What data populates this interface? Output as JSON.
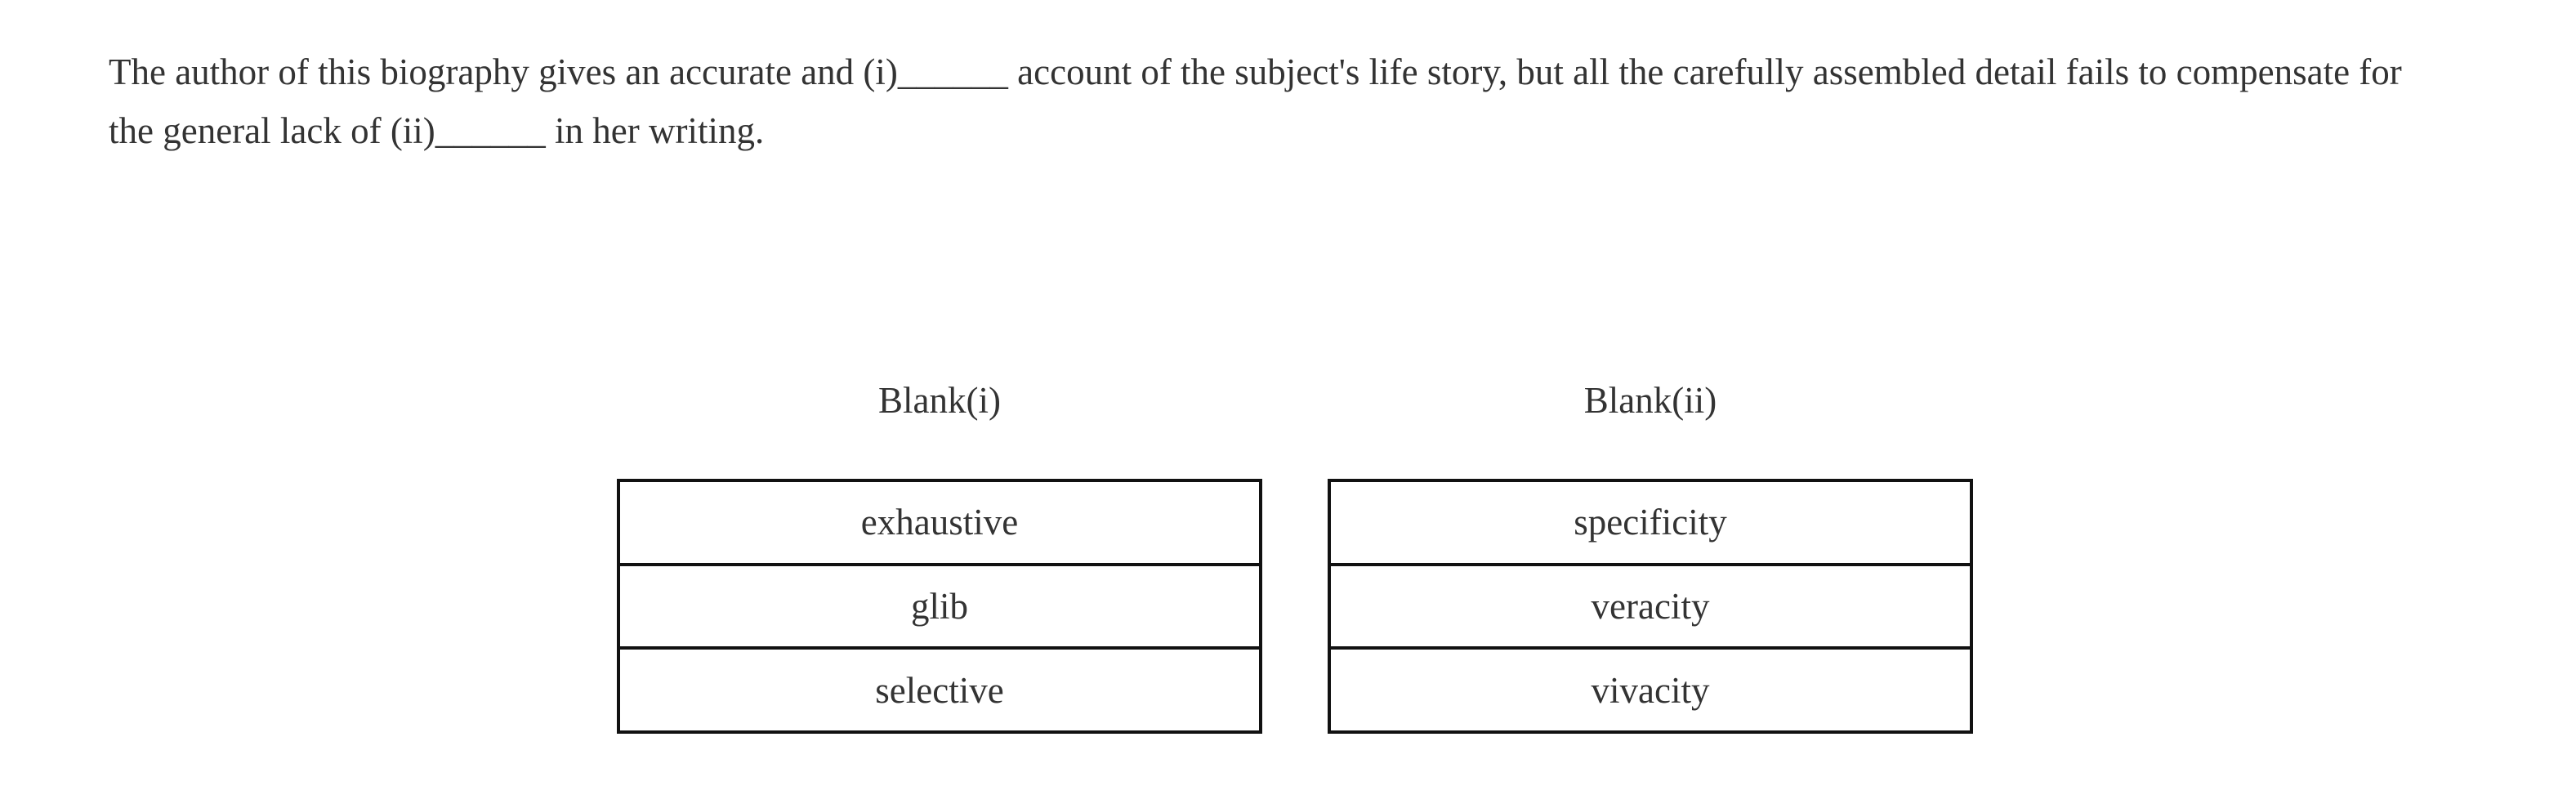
{
  "question": {
    "text": "The author of this biography gives an accurate and (i)______ account of the subject's life story, but all the carefully assembled detail fails to compensate for the general lack of (ii)______ in her writing."
  },
  "blanks": [
    {
      "label": "Blank(i)",
      "options": [
        "exhaustive",
        "glib",
        "selective"
      ]
    },
    {
      "label": "Blank(ii)",
      "options": [
        "specificity",
        "veracity",
        "vivacity"
      ]
    }
  ],
  "colors": {
    "text": "#333333",
    "table_border": "#111111",
    "background": "#ffffff"
  }
}
